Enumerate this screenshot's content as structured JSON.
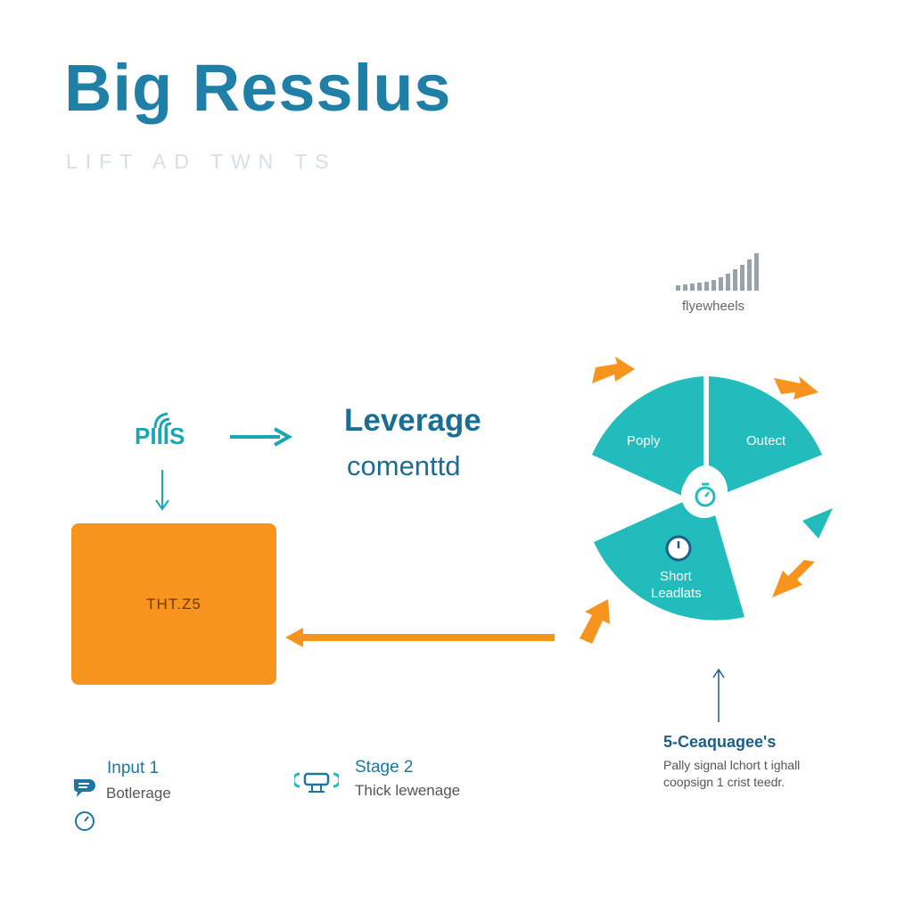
{
  "header": {
    "title": "Big Resslus",
    "subtitle": "LIFT AD TWN TS"
  },
  "source": {
    "label": "PIIIS"
  },
  "leverage": {
    "title": "Leverage",
    "subtitle": "comenttd"
  },
  "orange_box": {
    "label": "THT.Z5"
  },
  "flywheel": {
    "caption": "flyewheels",
    "segments": [
      {
        "label": "Poply"
      },
      {
        "label": "Outect"
      },
      {
        "label_line1": "Short",
        "label_line2": "Leadlats"
      }
    ]
  },
  "legend": [
    {
      "title": "Input 1",
      "subtitle": "Botlerage"
    },
    {
      "title": "Stage 2",
      "subtitle": "Thick lewenage"
    }
  ],
  "stat": {
    "title": "5-Ceaquagee's",
    "line1": "Pally signal lchort t ighall",
    "line2": "coopsign 1 crist teedr."
  },
  "colors": {
    "title": "#1f7fa6",
    "teal": "#22bcbc",
    "orange": "#f7941d",
    "arrow_teal": "#1aa6b5"
  }
}
